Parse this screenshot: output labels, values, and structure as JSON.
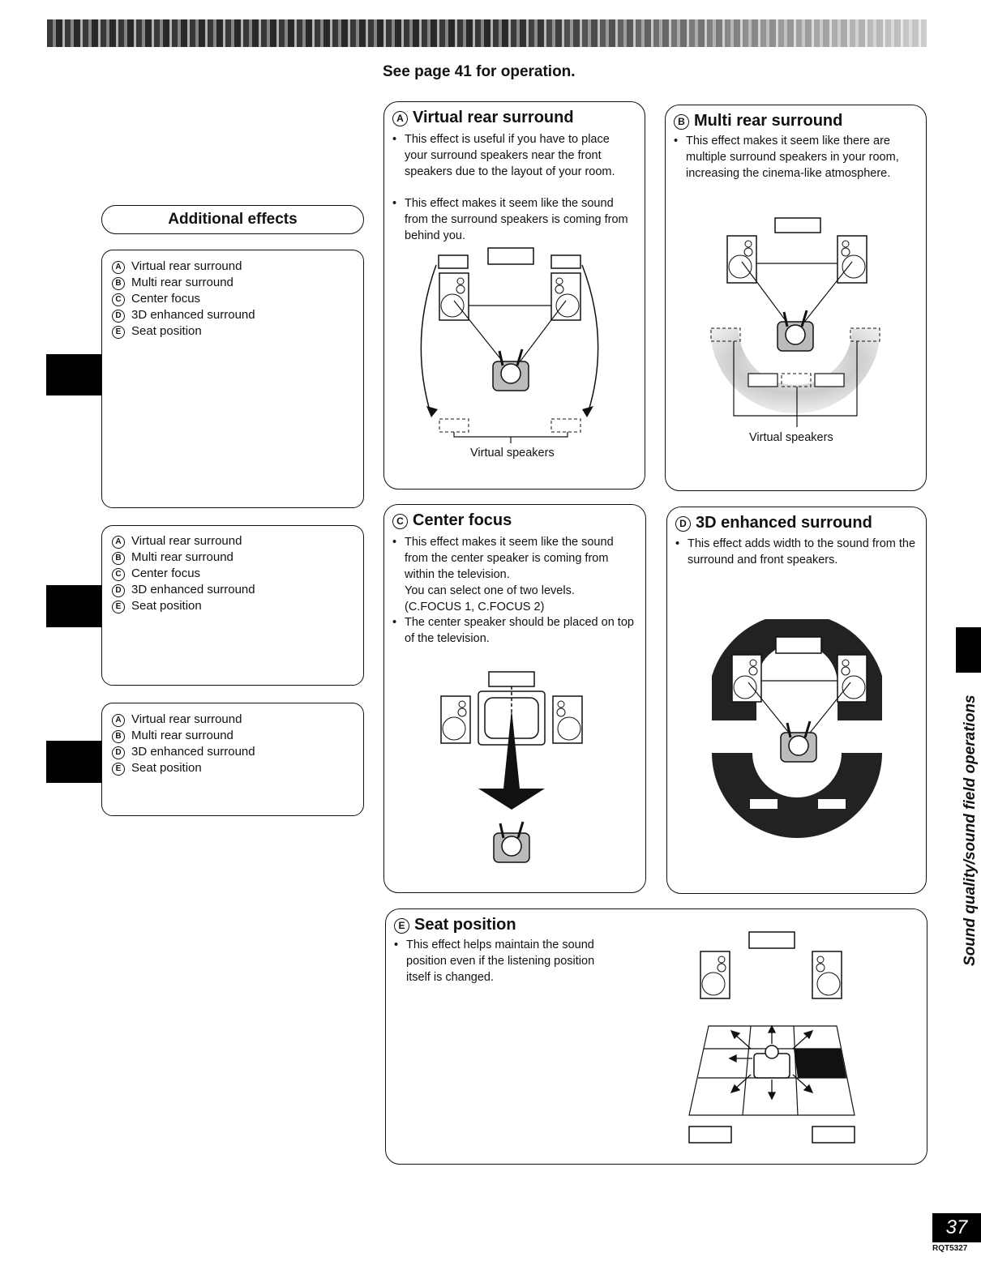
{
  "header": {
    "see_page": "See page 41 for operation."
  },
  "sidebar": {
    "title": "Additional effects",
    "lists": [
      [
        "Virtual rear surround",
        "Multi rear surround",
        "Center focus",
        "3D enhanced surround",
        "Seat position"
      ],
      [
        "Virtual rear surround",
        "Multi rear surround",
        "Center focus",
        "3D enhanced surround",
        "Seat position"
      ],
      [
        "Virtual rear surround",
        "Multi rear surround",
        "3D enhanced surround",
        "Seat position"
      ]
    ],
    "markers": [
      [
        "A",
        "B",
        "C",
        "D",
        "E"
      ],
      [
        "A",
        "B",
        "C",
        "D",
        "E"
      ],
      [
        "A",
        "B",
        "D",
        "E"
      ]
    ]
  },
  "panels": {
    "virtual_rear": {
      "marker": "A",
      "title": "Virtual rear surround",
      "bullets": [
        "This effect is useful if you have to place your surround speakers near the front speakers due to the layout of your room.",
        "This effect makes it seem like the sound from the surround speakers is coming from behind you."
      ],
      "caption": "Virtual speakers"
    },
    "multi_rear": {
      "marker": "B",
      "title": "Multi rear surround",
      "bullets": [
        "This effect makes it seem like there are multiple surround speakers in your room, increasing the cinema-like atmosphere."
      ],
      "caption": "Virtual speakers"
    },
    "center_focus": {
      "marker": "C",
      "title": "Center focus",
      "bullet1_line1": "This effect makes it seem like the sound from the center speaker is coming from within the television.",
      "bullet1_line2": "You can select one of two levels.",
      "bullet1_line3": "(C.FOCUS 1, C.FOCUS 2)",
      "bullet2": "The center speaker should be placed on top of the television."
    },
    "enhanced_3d": {
      "marker": "D",
      "title": "3D enhanced surround",
      "bullets": [
        "This effect adds width to the sound from the surround and front speakers."
      ]
    },
    "seat_position": {
      "marker": "E",
      "title": "Seat position",
      "bullets": [
        "This effect helps maintain the sound position even if the listening position itself is changed."
      ]
    }
  },
  "side_label": "Sound quality/sound field operations",
  "footer": {
    "page_number": "37",
    "doc_code": "RQT5327"
  }
}
